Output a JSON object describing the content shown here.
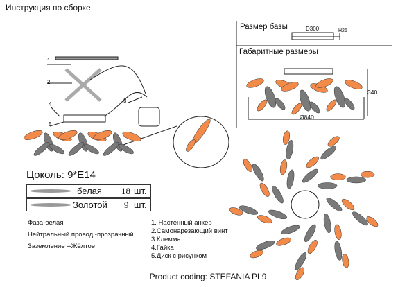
{
  "title": "Инструкция по сборке",
  "base_size": {
    "label": "Размер базы",
    "diameter": "D300",
    "height": "H25"
  },
  "overall": {
    "label": "Габаритные размеры",
    "height": "340",
    "diameter": "Ø840"
  },
  "assembly": {
    "callouts": [
      "1",
      "2",
      "3",
      "4",
      "5"
    ]
  },
  "socket": {
    "label": "Цоколь:",
    "value": "9*E14"
  },
  "shades": [
    {
      "color": "белая",
      "qty": "18",
      "unit": "шт."
    },
    {
      "color": "Золотой",
      "qty": "9",
      "unit": "шт."
    }
  ],
  "wiring": [
    "Фаза-белая",
    "Нейтральный провод -прозрачный",
    "Заземление --Жёлтое"
  ],
  "parts": [
    "1. Настенный анкер",
    "2.Самонарезающий винт",
    "3.Клемма",
    "4.Гайка",
    "5.Диск с рисунком"
  ],
  "product_coding": "Product coding: STEFANIA PL9",
  "colors": {
    "leaf_orange": "#f28a4a",
    "leaf_gray": "#7a7a7a"
  }
}
